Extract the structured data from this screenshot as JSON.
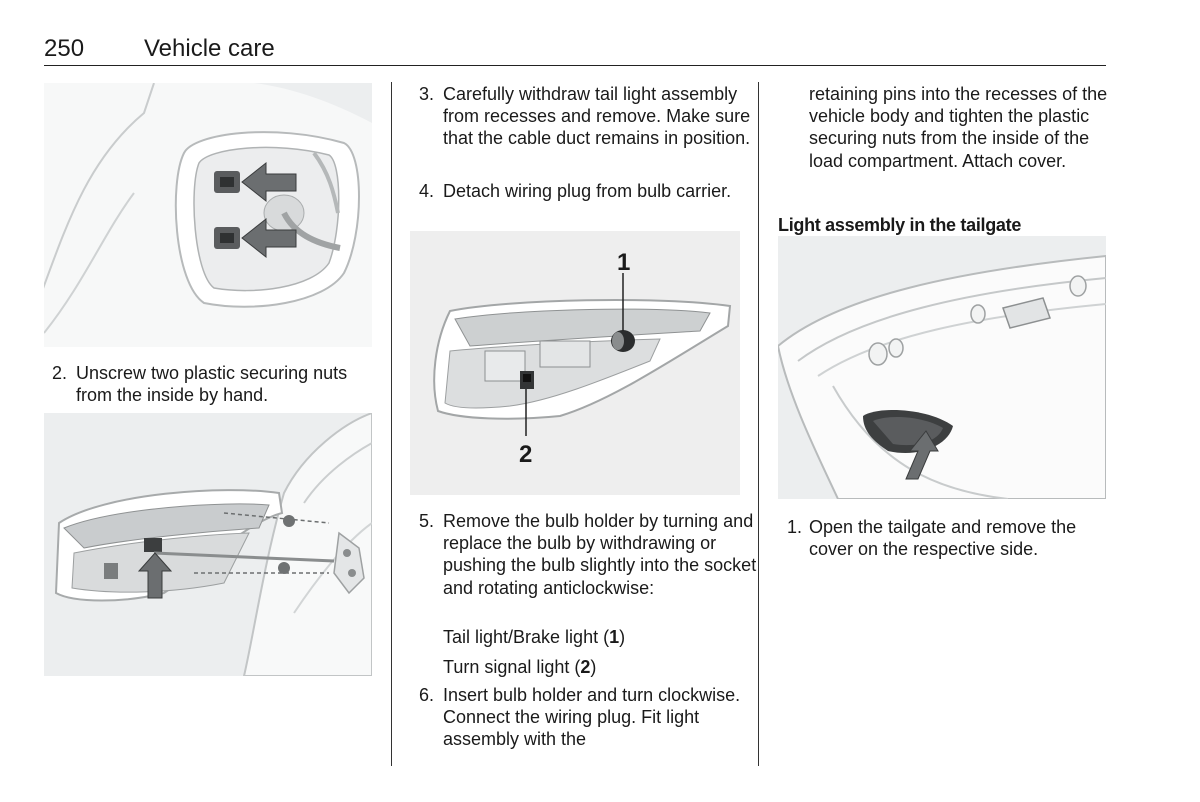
{
  "header": {
    "page_number": "250",
    "section_title": "Vehicle care"
  },
  "column1": {
    "step2": {
      "number": "2.",
      "text": "Unscrew two plastic securing nuts from the inside by hand."
    }
  },
  "column2": {
    "step3": {
      "number": "3.",
      "text": "Carefully withdraw tail light assembly from recesses and remove. Make sure that the cable duct remains in position."
    },
    "step4": {
      "number": "4.",
      "text": "Detach wiring plug from bulb carrier."
    },
    "callout_1": "1",
    "callout_2": "2",
    "step5": {
      "number": "5.",
      "text": "Remove the bulb holder by turning and replace the bulb by withdrawing or pushing the bulb slightly into the socket and rotating anticlockwise:"
    },
    "bulb1": {
      "label": "Tail light/Brake light (",
      "num": "1",
      "close": ")"
    },
    "bulb2": {
      "label": "Turn signal light (",
      "num": "2",
      "close": ")"
    },
    "step6": {
      "number": "6.",
      "text": "Insert bulb holder and turn clockwise. Connect the wiring plug. Fit light assembly with the"
    }
  },
  "column3": {
    "continued": "retaining pins into the recesses of the vehicle body and tighten the plastic securing nuts from the inside of the load compartment. Attach cover.",
    "subheading": "Light assembly in the tailgate",
    "step1": {
      "number": "1.",
      "text": "Open the tailgate and remove the cover on the respective side."
    }
  }
}
